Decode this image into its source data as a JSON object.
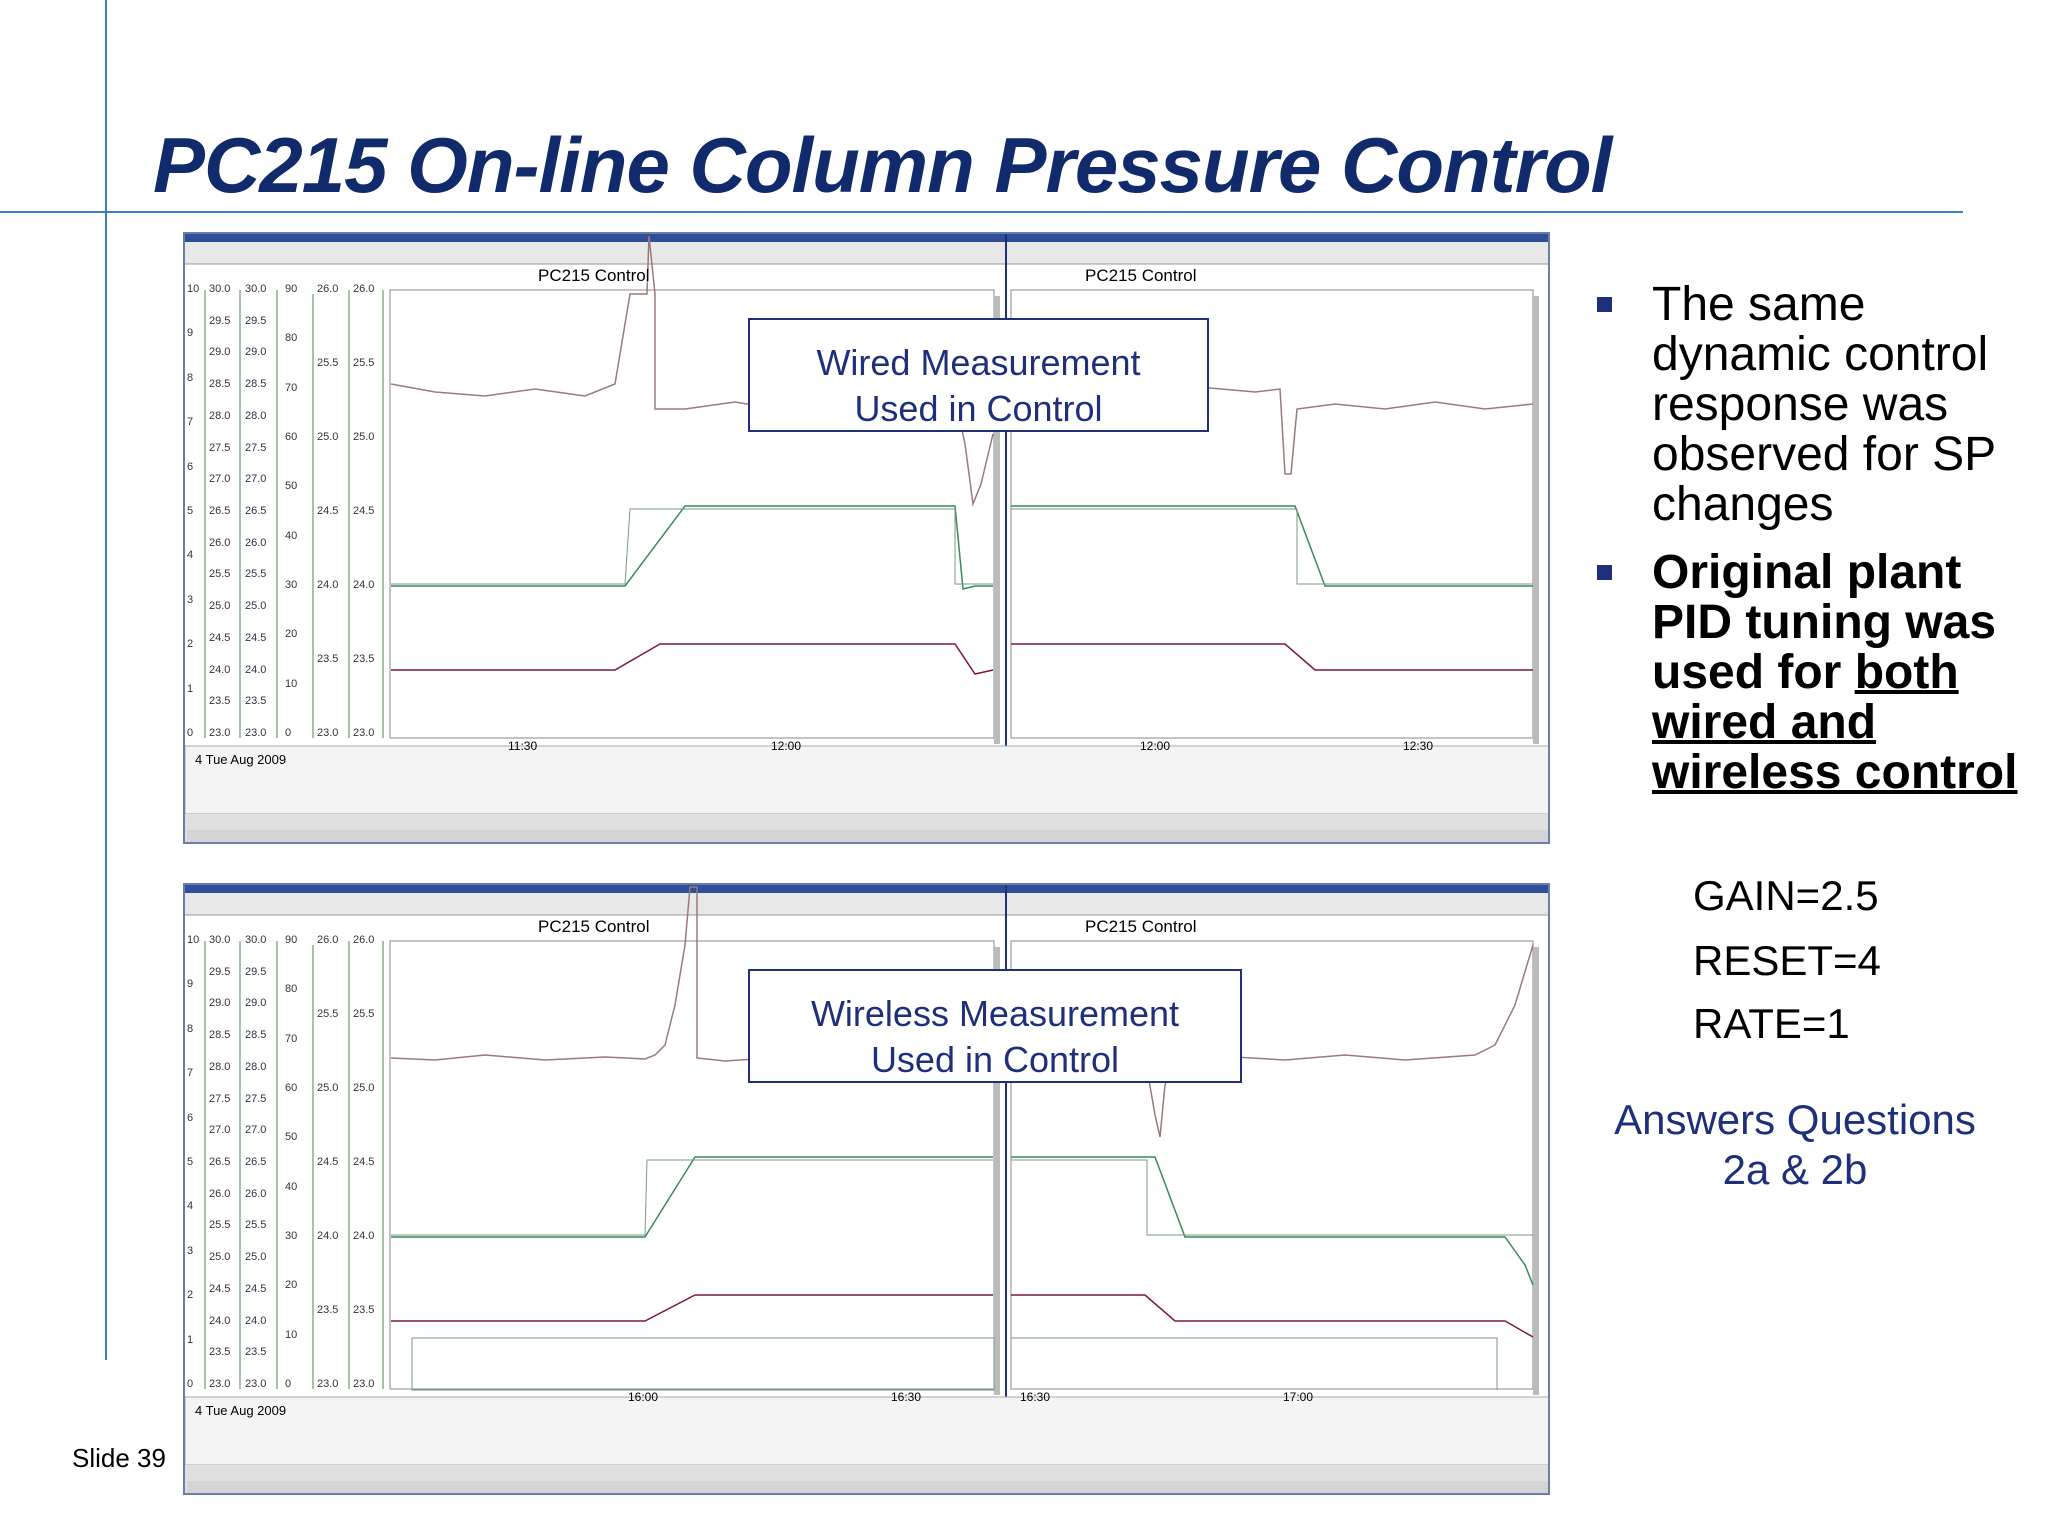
{
  "slide": {
    "title": "PC215 On-line Column Pressure Control",
    "slide_number": "Slide 39"
  },
  "screenshots": [
    {
      "chart_title_left": "PC215 Control",
      "chart_title_right": "PC215 Control",
      "callout_line1": "Wired Measurement",
      "callout_line2": "Used in Control",
      "date_label": "4 Tue Aug 2009",
      "time_ticks_left": [
        "11:30",
        "12:00"
      ],
      "time_ticks_right": [
        "12:00",
        "12:30"
      ]
    },
    {
      "chart_title_left": "PC215 Control",
      "chart_title_right": "PC215 Control",
      "callout_line1": "Wireless Measurement",
      "callout_line2": "Used in Control",
      "date_label": "4 Tue Aug 2009",
      "time_ticks_left": [
        "16:00",
        "16:30"
      ],
      "time_ticks_right": [
        "16:30",
        "17:00"
      ]
    }
  ],
  "axes": {
    "scale1": [
      "10",
      "9",
      "8",
      "7",
      "6",
      "5",
      "4",
      "3",
      "2",
      "1",
      "0"
    ],
    "scale2": [
      "30.0",
      "29.5",
      "29.0",
      "28.5",
      "28.0",
      "27.5",
      "27.0",
      "26.5",
      "26.0",
      "25.5",
      "25.0",
      "24.5",
      "24.0",
      "23.5",
      "23.0"
    ],
    "scale3": [
      "90",
      "80",
      "70",
      "60",
      "50",
      "40",
      "30",
      "20",
      "10",
      "0"
    ],
    "scale4": [
      "26.0",
      "25.5",
      "25.0",
      "24.5",
      "24.0",
      "23.5",
      "23.0"
    ]
  },
  "bullets": {
    "b1": "The same dynamic control response was observed for SP changes",
    "b2_plain": "Original plant PID tuning was used for ",
    "b2_underlined": "both wired and wireless control"
  },
  "tuning": {
    "gain": "GAIN=2.5",
    "reset": "RESET=4",
    "rate": "RATE=1"
  },
  "answers": {
    "line1": "Answers Questions",
    "line2": "2a & 2b"
  },
  "colors": {
    "title": "#102a6b",
    "accent_line": "#3b7fc4",
    "callout": "#1f2f7a",
    "trend_pv": "#8a6a6a",
    "trend_sp": "#3a8a5a",
    "trend_out": "#7a1a3a"
  }
}
